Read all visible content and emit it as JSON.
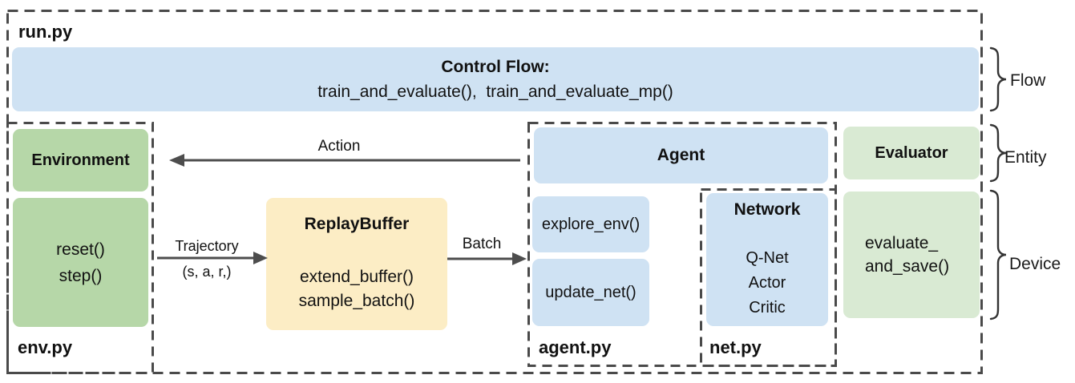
{
  "colors": {
    "box_blue": "#cfe2f3",
    "box_green": "#b6d7a8",
    "box_green_light": "#d9ead3",
    "box_yellow": "#fcedc5",
    "line_gray": "#4a4a4a"
  },
  "run": {
    "label": "run.py"
  },
  "control_flow": {
    "title": "Control Flow:",
    "functions": "train_and_evaluate(),  train_and_evaluate_mp()"
  },
  "braces": {
    "flow": "Flow",
    "entity": "Entity",
    "device": "Device"
  },
  "env": {
    "module": "env.py",
    "entity": "Environment",
    "methods": [
      "reset()",
      "step()"
    ]
  },
  "arrows": {
    "action": "Action",
    "trajectory": "Trajectory",
    "trajectory_tuple": "(s, a, r,)",
    "batch": "Batch"
  },
  "replay_buffer": {
    "title": "ReplayBuffer",
    "methods": [
      "extend_buffer()",
      "sample_batch()"
    ]
  },
  "agent": {
    "module": "agent.py",
    "entity": "Agent",
    "methods": [
      "explore_env()",
      "update_net()"
    ]
  },
  "network": {
    "module": "net.py",
    "entity": "Network",
    "nets": [
      "Q-Net",
      "Actor",
      "Critic"
    ]
  },
  "evaluator": {
    "entity": "Evaluator",
    "method_lines": [
      "evaluate_",
      "and_save()"
    ]
  }
}
